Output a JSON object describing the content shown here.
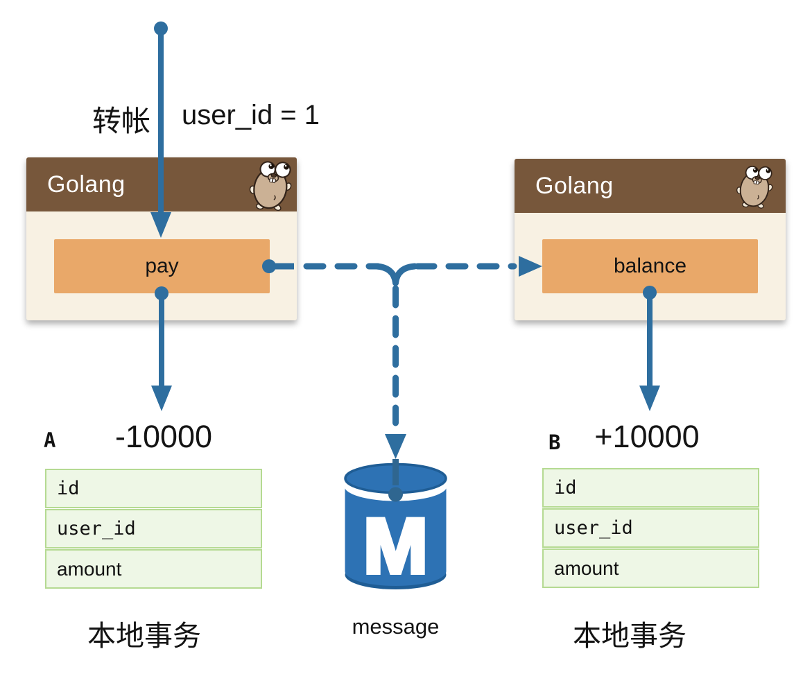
{
  "cards": {
    "left": {
      "title": "Golang",
      "method": "pay"
    },
    "right": {
      "title": "Golang",
      "method": "balance"
    }
  },
  "flow": {
    "transfer_label": "转帐",
    "condition_label": "user_id = 1"
  },
  "ledger": {
    "left": {
      "key": "A",
      "delta": "-10000"
    },
    "right": {
      "key": "B",
      "delta": "+10000"
    }
  },
  "tables": {
    "left": {
      "rows": [
        "id",
        "user_id",
        "amount"
      ]
    },
    "right": {
      "rows": [
        "id",
        "user_id",
        "amount"
      ]
    }
  },
  "captions": {
    "left": "本地事务",
    "right": "本地事务"
  },
  "queue": {
    "letter": "M",
    "label": "message"
  },
  "icons": {
    "mascot": "golang-gopher",
    "queue": "message-db-cylinder",
    "arrows": [
      "solid-down-arrow",
      "dashed-flow-arrow",
      "branch-fork"
    ]
  },
  "colors": {
    "arrow_blue": "#2e6e9f",
    "queue_blue": "#2d72b4",
    "queue_blue_dark": "#1f5d95",
    "header_brown": "#77573b",
    "card_cream": "#f8f1e3",
    "method_orange": "#e9a869",
    "table_green_bg": "#eef7e6",
    "table_green_border": "#b5da92",
    "gopher_tan": "#cbb195"
  }
}
